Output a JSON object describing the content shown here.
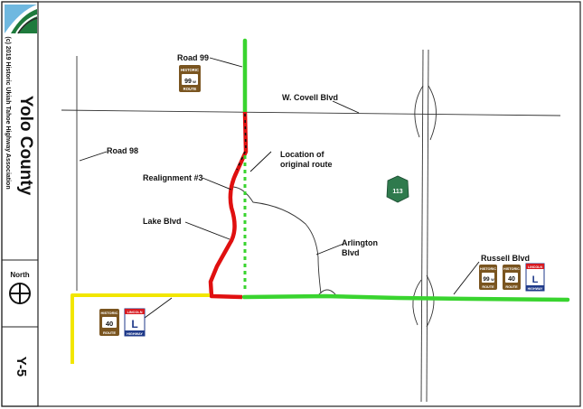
{
  "sidebar": {
    "title": "Yolo County",
    "copyright": "(c) 2019 Historic Ukiah Tahoe Highway Association",
    "north_label": "North",
    "sheet_id": "Y-5"
  },
  "labels": {
    "road99": "Road 99",
    "wcovell": "W. Covell Blvd",
    "road98": "Road 98",
    "location_line1": "Location of",
    "location_line2": "original route",
    "realign": "Realignment #3",
    "lake": "Lake Blvd",
    "arlington_line1": "Arlington",
    "arlington_line2": "Blvd",
    "russell": "Russell Blvd"
  },
  "shields": {
    "historic_top": "HISTORIC",
    "route_bottom": "ROUTE",
    "route_99": "99",
    "route_99_suffix": "W",
    "route_40": "40",
    "lincoln_top": "LINCOLN",
    "lincoln_letter": "L",
    "lincoln_bottom": "HIGHWAY",
    "state_113": "113"
  },
  "colors": {
    "green": "#39d42f",
    "red": "#e01010",
    "yellow": "#f2e600",
    "shield_brown": "#7a5520",
    "state_green": "#2f7a4d"
  }
}
